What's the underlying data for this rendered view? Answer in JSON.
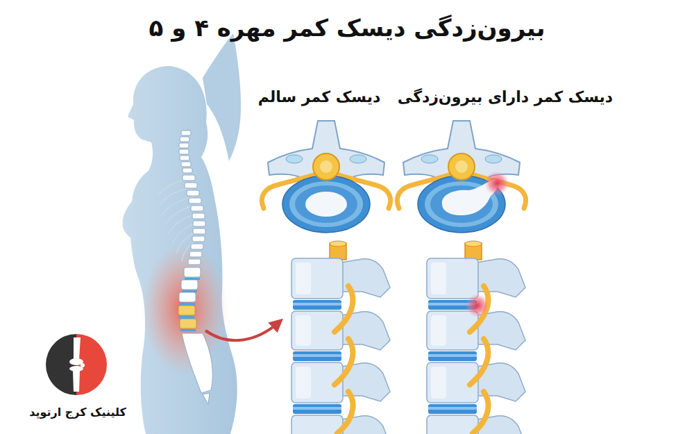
{
  "diagram": {
    "title": "بیرون‌زدگی دیسک کمر مهره ۴ و ۵",
    "labels": [
      "دیسک کمر دارای بیرون‌زدگی",
      "دیسک کمر سالم",
      "کلینیک کرج ارتوپد"
    ]
  }
}
